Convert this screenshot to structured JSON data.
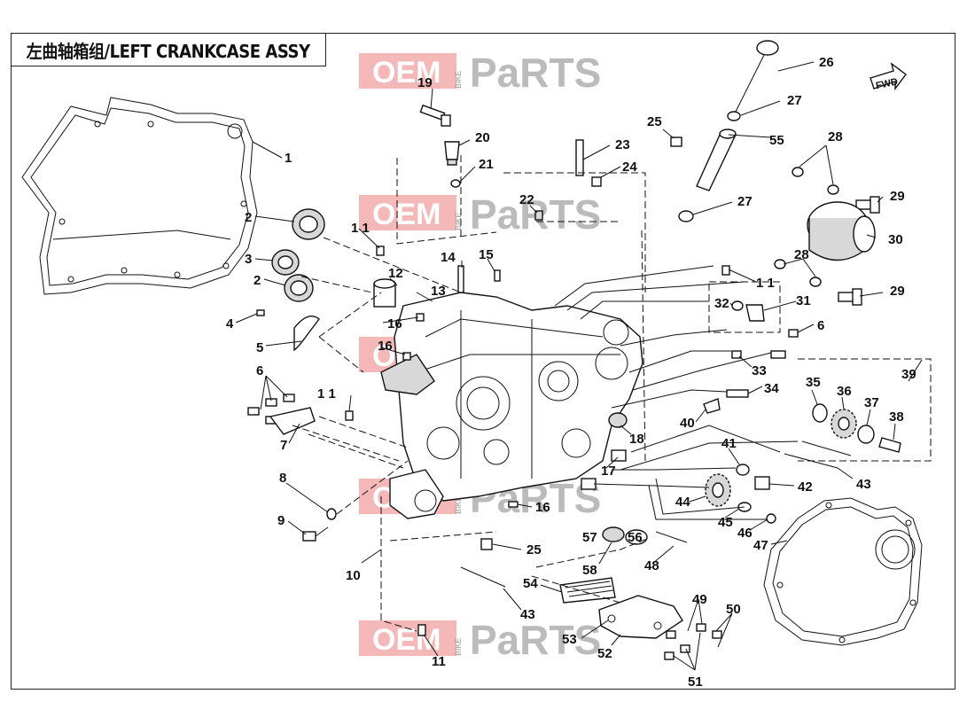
{
  "header": {
    "title": "左曲轴箱组/LEFT CRANKCASE ASSY"
  },
  "watermark": {
    "oem": "OEM",
    "bike": "BIKE",
    "parts": "PaRTS"
  },
  "fwd_label": "FWD",
  "callouts": [
    {
      "id": "c1",
      "label": "1"
    },
    {
      "id": "c2a",
      "label": "2"
    },
    {
      "id": "c2b",
      "label": "2"
    },
    {
      "id": "c3",
      "label": "3"
    },
    {
      "id": "c4",
      "label": "4"
    },
    {
      "id": "c5",
      "label": "5"
    },
    {
      "id": "c6a",
      "label": "6"
    },
    {
      "id": "c6b",
      "label": "6"
    },
    {
      "id": "c7",
      "label": "7"
    },
    {
      "id": "c8",
      "label": "8"
    },
    {
      "id": "c9",
      "label": "9"
    },
    {
      "id": "c10",
      "label": "10"
    },
    {
      "id": "c11a",
      "label": "1 1"
    },
    {
      "id": "c11b",
      "label": "1 1"
    },
    {
      "id": "c11c",
      "label": "1 1"
    },
    {
      "id": "c11d",
      "label": "11"
    },
    {
      "id": "c12",
      "label": "12"
    },
    {
      "id": "c13",
      "label": "13"
    },
    {
      "id": "c14",
      "label": "14"
    },
    {
      "id": "c15",
      "label": "15"
    },
    {
      "id": "c16a",
      "label": "16"
    },
    {
      "id": "c16b",
      "label": "16"
    },
    {
      "id": "c16c",
      "label": "16"
    },
    {
      "id": "c17",
      "label": "17"
    },
    {
      "id": "c18",
      "label": "18"
    },
    {
      "id": "c19",
      "label": "19"
    },
    {
      "id": "c20",
      "label": "20"
    },
    {
      "id": "c21",
      "label": "21"
    },
    {
      "id": "c22",
      "label": "22"
    },
    {
      "id": "c23",
      "label": "23"
    },
    {
      "id": "c24",
      "label": "24"
    },
    {
      "id": "c25a",
      "label": "25"
    },
    {
      "id": "c25b",
      "label": "25"
    },
    {
      "id": "c26",
      "label": "26"
    },
    {
      "id": "c27a",
      "label": "27"
    },
    {
      "id": "c27b",
      "label": "27"
    },
    {
      "id": "c28a",
      "label": "28"
    },
    {
      "id": "c28b",
      "label": "28"
    },
    {
      "id": "c29a",
      "label": "29"
    },
    {
      "id": "c29b",
      "label": "29"
    },
    {
      "id": "c30",
      "label": "30"
    },
    {
      "id": "c31",
      "label": "31"
    },
    {
      "id": "c32",
      "label": "32"
    },
    {
      "id": "c33",
      "label": "33"
    },
    {
      "id": "c34",
      "label": "34"
    },
    {
      "id": "c35",
      "label": "35"
    },
    {
      "id": "c36",
      "label": "36"
    },
    {
      "id": "c37",
      "label": "37"
    },
    {
      "id": "c38",
      "label": "38"
    },
    {
      "id": "c39",
      "label": "39"
    },
    {
      "id": "c40",
      "label": "40"
    },
    {
      "id": "c41",
      "label": "41"
    },
    {
      "id": "c42",
      "label": "42"
    },
    {
      "id": "c43a",
      "label": "43"
    },
    {
      "id": "c43b",
      "label": "43"
    },
    {
      "id": "c44",
      "label": "44"
    },
    {
      "id": "c45",
      "label": "45"
    },
    {
      "id": "c46",
      "label": "46"
    },
    {
      "id": "c47",
      "label": "47"
    },
    {
      "id": "c48",
      "label": "48"
    },
    {
      "id": "c49",
      "label": "49"
    },
    {
      "id": "c50",
      "label": "50"
    },
    {
      "id": "c51",
      "label": "51"
    },
    {
      "id": "c52",
      "label": "52"
    },
    {
      "id": "c53",
      "label": "53"
    },
    {
      "id": "c54",
      "label": "54"
    },
    {
      "id": "c55",
      "label": "55"
    },
    {
      "id": "c56",
      "label": "56"
    },
    {
      "id": "c57",
      "label": "57"
    },
    {
      "id": "c58",
      "label": "58"
    }
  ]
}
